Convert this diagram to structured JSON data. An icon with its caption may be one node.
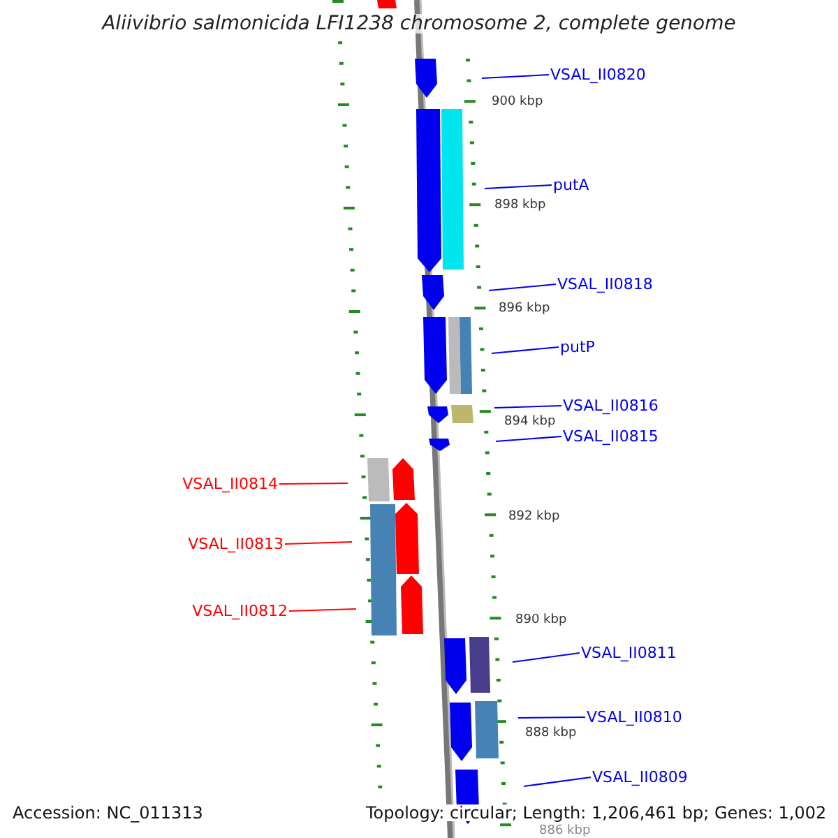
{
  "diagram": {
    "title": "Aliivibrio salmonicida LFI1238 chromosome 2, complete genome",
    "nodes": [
      {
        "text": [
          "VSAL_II0820"
        ]
      },
      {
        "text": [
          "putA"
        ]
      },
      {
        "text": [
          "VSAL_II0818"
        ]
      },
      {
        "text": [
          "putP"
        ]
      },
      {
        "text": [
          "VSAL_II0816"
        ]
      },
      {
        "text": [
          "VSAL_II0815"
        ]
      },
      {
        "text": [
          "VSAL_II0814"
        ]
      },
      {
        "text": [
          "VSAL_II0813"
        ]
      },
      {
        "text": [
          "VSAL_II0812"
        ]
      },
      {
        "text": [
          "VSAL_II0811"
        ]
      },
      {
        "text": [
          "VSAL_II0810"
        ]
      },
      {
        "text": [
          "VSAL_II0809"
        ]
      }
    ],
    "edges": [
      {
        "from": 0,
        "to": null,
        "arrow": "none"
      },
      {
        "from": 1,
        "to": null,
        "arrow": "none"
      },
      {
        "from": 2,
        "to": null,
        "arrow": "none"
      },
      {
        "from": 3,
        "to": null,
        "arrow": "none"
      },
      {
        "from": 4,
        "to": null,
        "arrow": "none"
      },
      {
        "from": 5,
        "to": null,
        "arrow": "none"
      },
      {
        "from": 6,
        "to": null,
        "arrow": "none",
        "color": "#ff0000"
      },
      {
        "from": 7,
        "to": null,
        "arrow": "none",
        "color": "#ff0000"
      },
      {
        "from": 8,
        "to": null,
        "arrow": "none",
        "color": "#ff0000"
      },
      {
        "from": 9,
        "to": null,
        "arrow": "none"
      },
      {
        "from": 10,
        "to": null,
        "arrow": "none"
      },
      {
        "from": 11,
        "to": null,
        "arrow": "none"
      }
    ],
    "labels": [
      "900 kbp",
      "898 kbp",
      "896 kbp",
      "894 kbp",
      "892 kbp",
      "890 kbp",
      "888 kbp",
      "886 kbp",
      "Accession: NC_011313",
      "Topology: circular; Length: 1,206,461 bp; Genes: 1,002"
    ]
  }
}
